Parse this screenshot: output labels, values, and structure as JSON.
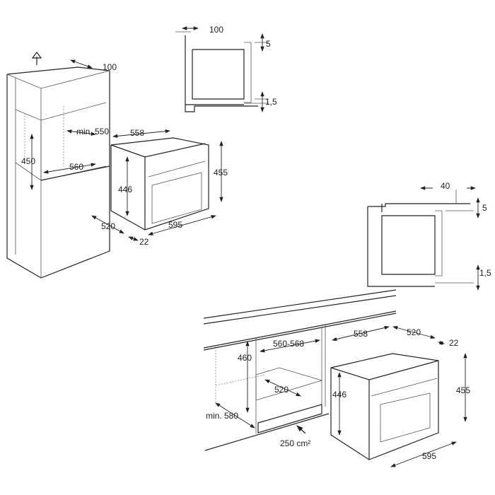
{
  "column_install": {
    "top_vent": "100",
    "niche_depth": "min. 550",
    "niche_height": "450",
    "niche_width": "560",
    "oven": {
      "width_body": "558",
      "height_body": "446",
      "height_front": "455",
      "depth": "520",
      "front_thickness": "22",
      "width_front": "595"
    }
  },
  "detail_top": {
    "gap_back": "100",
    "gap_top": "5",
    "gap_bottom": "1,5"
  },
  "detail_right": {
    "gap_back": "40",
    "gap_top": "5",
    "gap_bottom": "1,5"
  },
  "undercounter_install": {
    "niche_height": "460",
    "niche_width": "560-568",
    "niche_depth": "520",
    "cabinet_depth": "min. 580",
    "vent_area": "250 cm²",
    "oven": {
      "width_body": "558",
      "depth": "520",
      "front_thickness": "22",
      "height_body": "446",
      "height_front": "455",
      "width_front": "595"
    }
  }
}
